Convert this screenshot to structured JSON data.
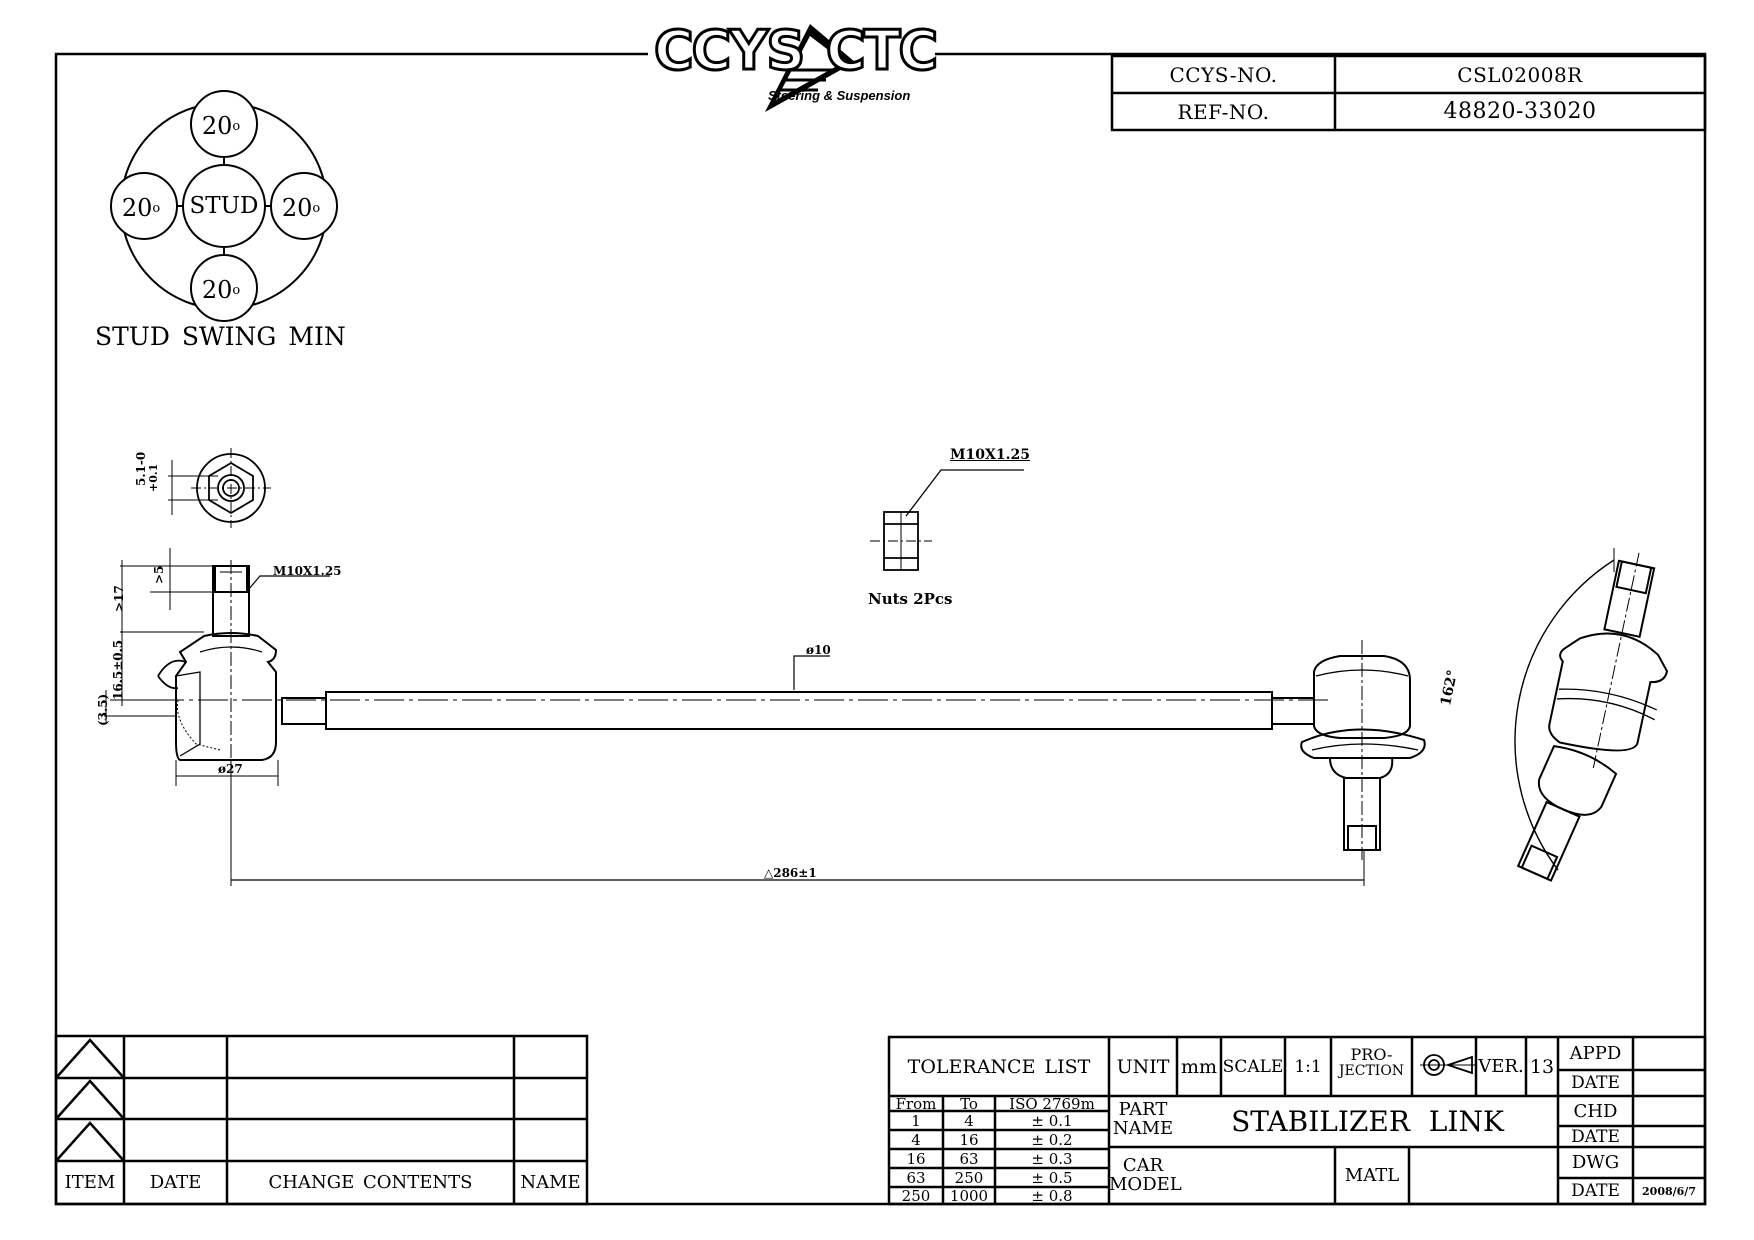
{
  "logo": {
    "brand_left": "CCYS",
    "brand_right": "CTC",
    "tagline": "Steering & Suspension"
  },
  "header": {
    "ccys_no_label": "CCYS-NO.",
    "ccys_no_value": "CSL02008R",
    "ref_no_label": "REF-NO.",
    "ref_no_value": "48820-33020"
  },
  "swing": {
    "angle_top": "20",
    "angle_left": "20",
    "angle_right": "20",
    "angle_bottom": "20",
    "center": "STUD",
    "degree_mark": "o",
    "caption": "STUD SWING MIN"
  },
  "drawing": {
    "nut_thread": "M10X1.25",
    "nut_caption": "Nuts 2Pcs",
    "stud_thread": "M10X1.25",
    "hex_dim": "5.1-0",
    "hex_tol": "+0.1",
    "dim_gt5": ">5",
    "dim_gt17": ">17",
    "dim_16_5": "16.5±0.5",
    "dim_3_5": "(3.5)",
    "dim_rod": "ø10",
    "dim_ball": "ø27",
    "dim_length": "286±1",
    "dim_angle": "162°"
  },
  "revision": {
    "col_item": "ITEM",
    "col_date": "DATE",
    "col_change": "CHANGE CONTENTS",
    "col_name": "NAME"
  },
  "title_block": {
    "tolerance_title": "TOLERANCE LIST",
    "tol_headers": [
      "From",
      "To",
      "ISO 2769m"
    ],
    "tol_rows": [
      [
        "1",
        "4",
        "± 0.1"
      ],
      [
        "4",
        "16",
        "± 0.2"
      ],
      [
        "16",
        "63",
        "± 0.3"
      ],
      [
        "63",
        "250",
        "± 0.5"
      ],
      [
        "250",
        "1000",
        "± 0.8"
      ]
    ],
    "unit_label": "UNIT",
    "unit_value": "mm",
    "scale_label": "SCALE",
    "scale_value": "1:1",
    "projection_label_1": "PRO-",
    "projection_label_2": "JECTION",
    "ver_label": "VER.",
    "ver_value": "13",
    "part_name_label_1": "PART",
    "part_name_label_2": "NAME",
    "part_name_value": "STABILIZER LINK",
    "car_model_label_1": "CAR",
    "car_model_label_2": "MODEL",
    "matl_label": "MATL",
    "appd_label": "APPD",
    "chd_label": "CHD",
    "dwg_label": "DWG",
    "date_label": "DATE",
    "dwg_date_value": "2008/6/7"
  }
}
